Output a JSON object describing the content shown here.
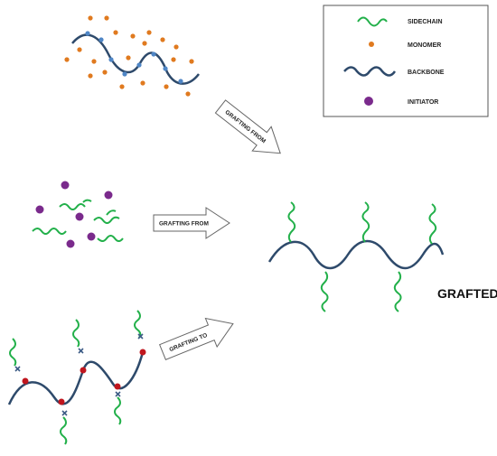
{
  "legend": {
    "sidechain_label": "SIDECHAIN",
    "monomer_label": "MONOMER",
    "backbone_label": "BACKBONE",
    "initiator_label": "INITIATOR"
  },
  "arrows": {
    "top_label": "GRAFTING FROM",
    "middle_label": "GRAFTING FROM",
    "bottom_label": "GRAFTING TO"
  },
  "result": {
    "label": "GRAFTED"
  },
  "colors": {
    "backbone": "#2e4a6b",
    "sidechain": "#22b04a",
    "monomer": "#e07a1f",
    "initiator": "#7a2a8c",
    "graft_point_top": "#4f86c6",
    "graft_point_bottom": "#c0161e",
    "linker": "#3d5c86"
  },
  "icons": {
    "arrows": "outlined-block-arrow"
  }
}
